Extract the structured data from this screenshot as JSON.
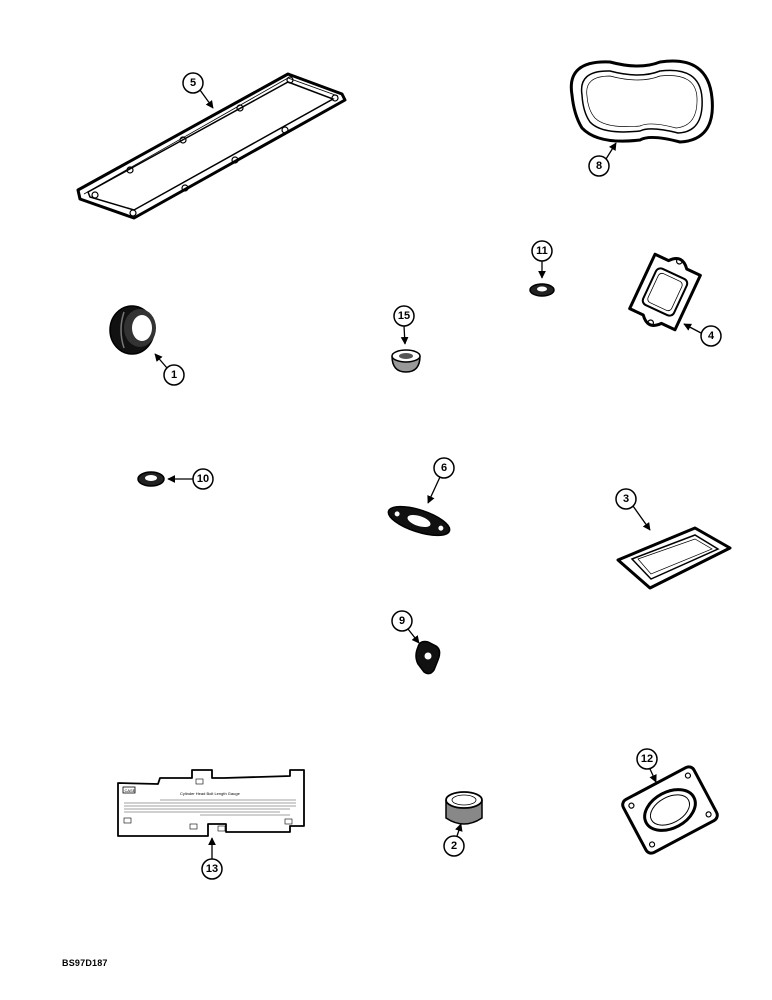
{
  "figure_code": "BS97D187",
  "callouts": {
    "c1": "1",
    "c2": "2",
    "c3": "3",
    "c4": "4",
    "c5": "5",
    "c6": "6",
    "c8": "8",
    "c9": "9",
    "c10": "10",
    "c11": "11",
    "c12": "12",
    "c13": "13",
    "c15": "15"
  },
  "card": {
    "badge": "CASE",
    "title": "Cylinder Head Bolt Length Gauge"
  }
}
